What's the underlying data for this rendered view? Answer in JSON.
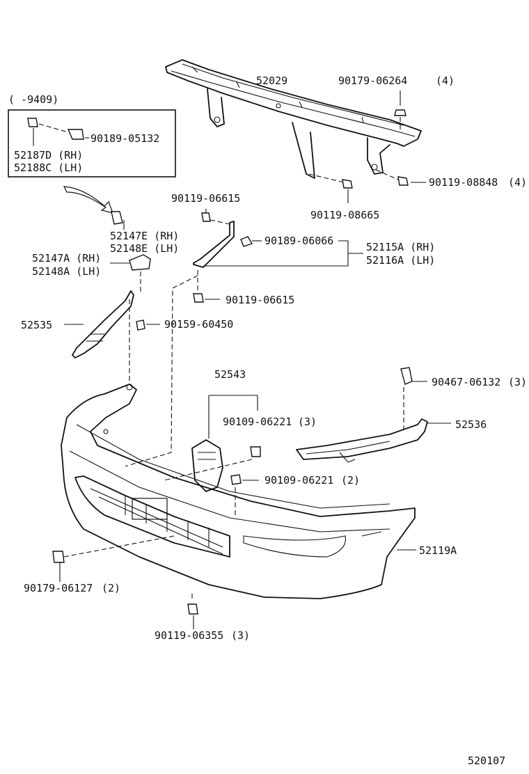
{
  "diagram": {
    "code": "520107",
    "parts": {
      "p52029": "52029",
      "p90179_06264": "90179-06264",
      "q4a": "(4)",
      "range_head": "(      -9409)",
      "p90189_05132": "90189-05132",
      "p52187d": "52187D (RH)",
      "p52188c": "52188C (LH)",
      "p90119_08848": "90119-08848",
      "q4b": "(4)",
      "p90119_08665": "90119-08665",
      "p90119_06615a": "90119-06615",
      "p52147e": "52147E (RH)",
      "p52148e": "52148E (LH)",
      "p90189_06066": "90189-06066",
      "p52115a": "52115A (RH)",
      "p52116a": "52116A (LH)",
      "p52147a": "52147A (RH)",
      "p52148a": "52148A (LH)",
      "p90119_06615b": "90119-06615",
      "p52535": "52535",
      "p90159_60450": "90159-60450",
      "p52543": "52543",
      "p90467_06132": "90467-06132",
      "q3a": "(3)",
      "p90109_06221a": "90109-06221",
      "q3b": "(3)",
      "p52536": "52536",
      "p90109_06221b": "90109-06221",
      "q2a": "(2)",
      "p52119a": "52119A",
      "p90179_06127": "90179-06127",
      "q2b": "(2)",
      "p90119_06355": "90119-06355",
      "q3c": "(3)"
    }
  }
}
